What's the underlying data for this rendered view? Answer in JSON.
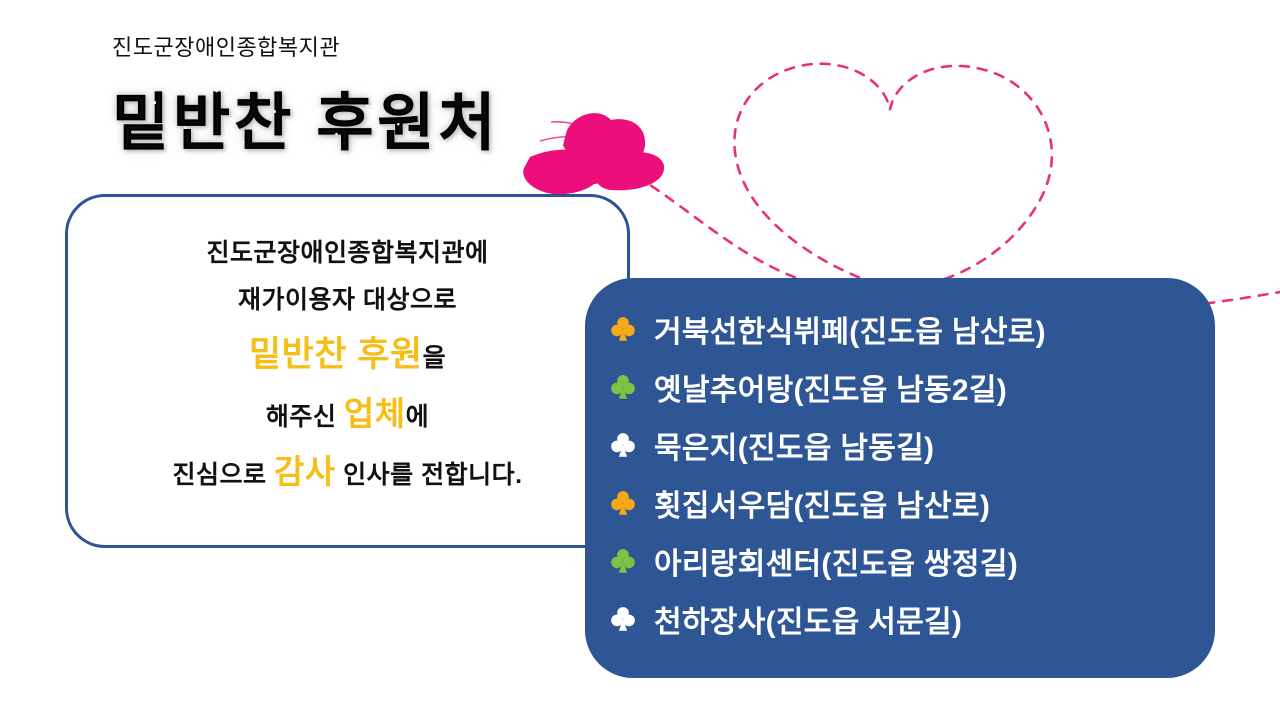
{
  "header": {
    "org_name": "진도군장애인종합복지관",
    "main_title": "밑반찬 후원처"
  },
  "message_box": {
    "line1": "진도군장애인종합복지관에",
    "line2": "재가이용자 대상으로",
    "line3_highlight": "밑반찬 후원",
    "line3_tail": "을",
    "line4_head": "해주신 ",
    "line4_highlight": "업체",
    "line4_tail": "에",
    "line5_head": "진심으로 ",
    "line5_highlight": "감사",
    "line5_tail": " 인사를 전합니다."
  },
  "sponsors": {
    "items": [
      {
        "label": "거북선한식뷔페(진도읍 남산로)",
        "icon": "club-icon",
        "icon_color": "#F5A819"
      },
      {
        "label": "옛날추어탕(진도읍 남동2길)",
        "icon": "club-icon",
        "icon_color": "#7DC242"
      },
      {
        "label": "묵은지(진도읍 남동길)",
        "icon": "club-icon",
        "icon_color": "#FFFFFF"
      },
      {
        "label": "횟집서우담(진도읍 남산로)",
        "icon": "club-icon",
        "icon_color": "#F5A819"
      },
      {
        "label": "아리랑회센터(진도읍 쌍정길)",
        "icon": "club-icon",
        "icon_color": "#7DC242"
      },
      {
        "label": "천하장사(진도읍 서문길)",
        "icon": "club-icon",
        "icon_color": "#FFFFFF"
      }
    ]
  },
  "decor": {
    "butterfly": "butterfly-icon",
    "heart_trail": "dashed-heart-trail"
  },
  "colors": {
    "panel_blue": "#2E5695",
    "box_border_blue": "#2E5395",
    "highlight_orange": "#F6BE19",
    "club_orange": "#F5A819",
    "club_green": "#7DC242",
    "club_white": "#FFFFFF",
    "butterfly_pink": "#EC0F7B",
    "trail_pink": "#E8307E",
    "background": "#FFFFFF",
    "text_black": "#111111"
  }
}
